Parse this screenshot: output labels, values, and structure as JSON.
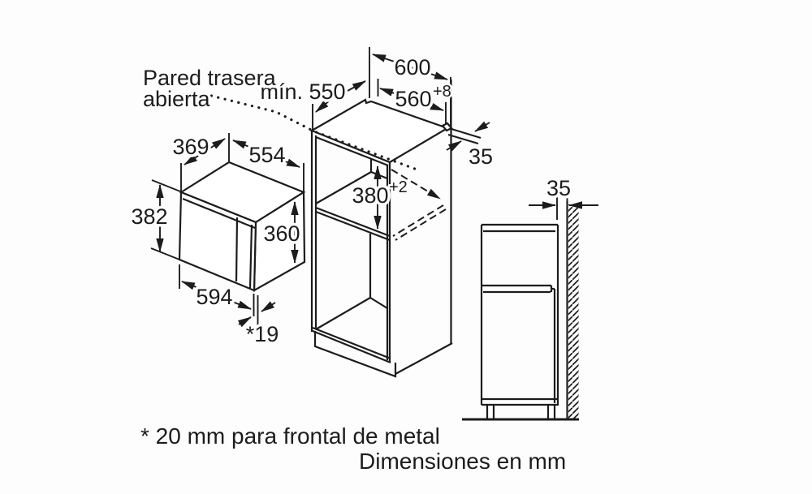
{
  "diagram": {
    "title_context": "built-in appliance niche installation drawing",
    "line_color": "#1c1c1c",
    "background": "#fdfdfd",
    "annotations": {
      "pared1": "Pared trasera",
      "pared2": "abierta",
      "min550": "mín. 550"
    },
    "cabinet": {
      "w600": "600",
      "w560": "560",
      "w560sup": "+8",
      "h380": "380",
      "h380sup": "+2",
      "strip35": "35"
    },
    "microwave": {
      "d369": "369",
      "w554": "554",
      "h382": "382",
      "h360": "360",
      "w594": "594",
      "door19": "*19"
    },
    "side_view": {
      "gap35": "35"
    },
    "footnote": "* 20 mm para frontal de metal",
    "units": "Dimensiones en mm"
  }
}
